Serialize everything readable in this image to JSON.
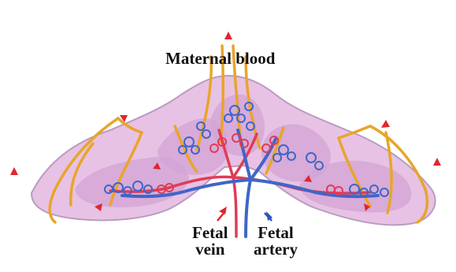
{
  "labels": {
    "maternal_blood": "Maternal blood",
    "fetal_vein_line1": "Fetal",
    "fetal_vein_line2": "vein",
    "fetal_artery_line1": "Fetal",
    "fetal_artery_line2": "artery"
  },
  "colors": {
    "placenta_fill": "#e7c2e4",
    "placenta_inner": "#d3a3d6",
    "placenta_outline": "#b99bc0",
    "maternal_vessel": "#e8a52a",
    "fetal_vein": "#e23b55",
    "fetal_artery": "#3f66c8",
    "arrow_red": "#e0262f",
    "arrow_blue": "#2e55b8"
  },
  "icons": {
    "flow_arrow": "arrow-icon"
  }
}
